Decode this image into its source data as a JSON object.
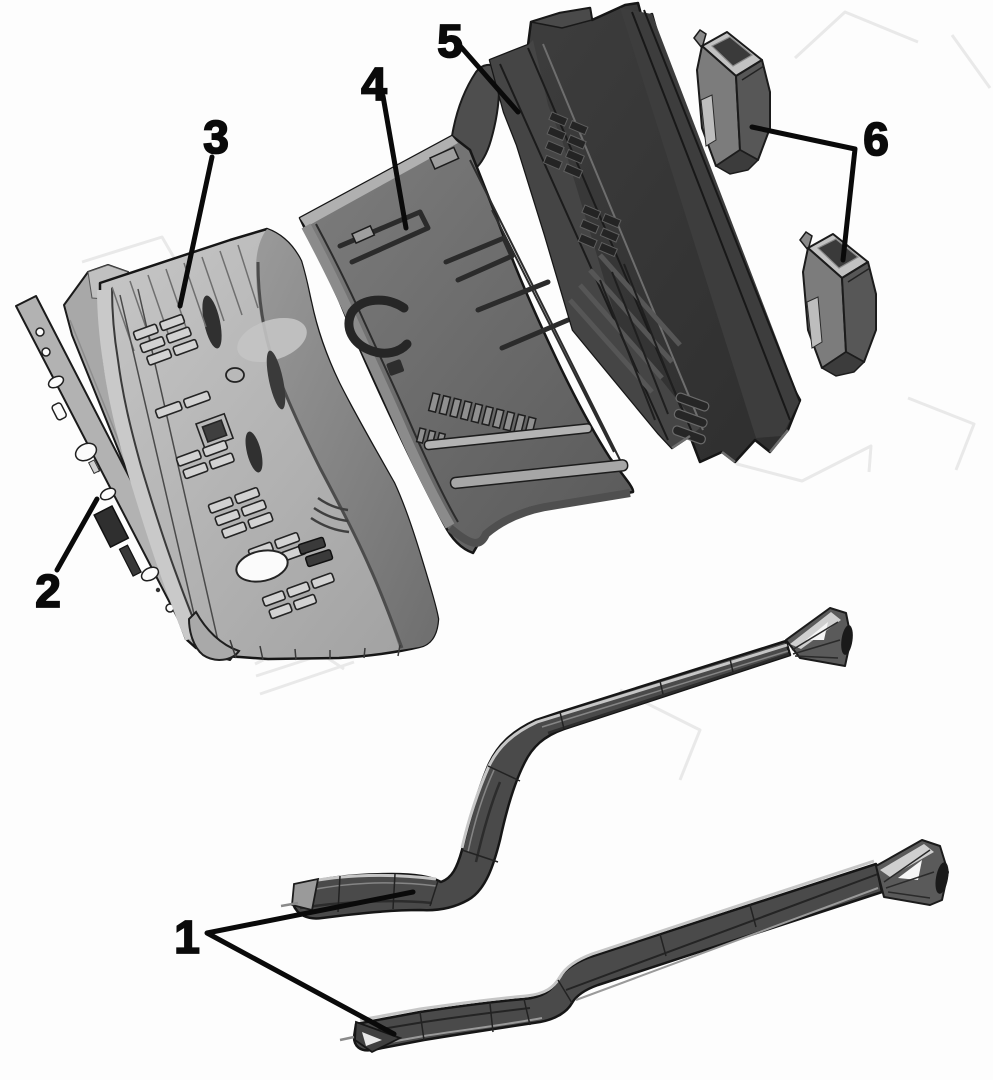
{
  "diagram": {
    "background": "#fdfdfd",
    "label_color": "#0a0a0a",
    "leader_color": "#0a0a0a",
    "ghost_line_color": "#e9e9e9",
    "palette": {
      "panel_light": "#b4b4b4",
      "panel_flange": "#c9c9c9",
      "panel_mid": "#6f6f6f",
      "panel_dark": "#363636",
      "rail_gray": "#4a4a4a",
      "flange_highlight": "#c6c6c6",
      "outline": "#1b1b1b",
      "hole_white": "#fbfbfb"
    },
    "callouts": [
      {
        "label": "1",
        "target": "floor-side-rail-pair"
      },
      {
        "label": "2",
        "target": "side-sill-reinforcement-strip"
      },
      {
        "label": "3",
        "target": "front-floor-panel"
      },
      {
        "label": "4",
        "target": "center-floor-panel"
      },
      {
        "label": "5",
        "target": "rear-rail-assembly"
      },
      {
        "label": "6",
        "target": "support-bracket-pair"
      }
    ]
  }
}
